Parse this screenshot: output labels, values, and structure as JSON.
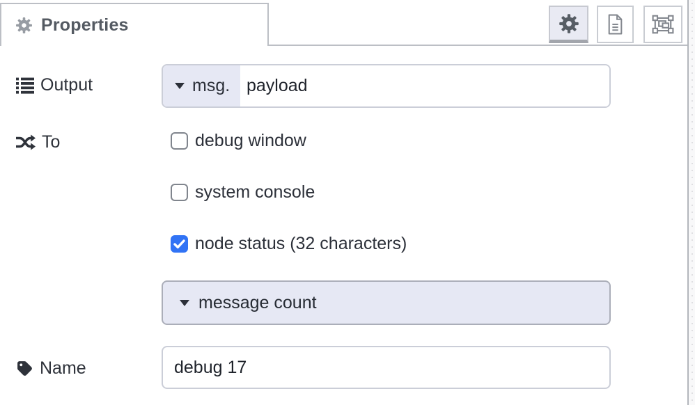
{
  "panel": {
    "tab_title": "Properties",
    "toolbar": {
      "buttons": [
        {
          "name": "properties",
          "icon": "gear-icon",
          "selected": true
        },
        {
          "name": "description",
          "icon": "file-text-icon",
          "selected": false
        },
        {
          "name": "appearance",
          "icon": "object-group-icon",
          "selected": false
        }
      ]
    }
  },
  "form": {
    "output": {
      "label": "Output",
      "icon": "list-icon",
      "prop_prefix": "msg.",
      "prop_value": "payload"
    },
    "to": {
      "label": "To",
      "icon": "shuffle-icon",
      "targets": [
        {
          "label": "debug window",
          "checked": false
        },
        {
          "label": "system console",
          "checked": false
        },
        {
          "label": "node status (32 characters)",
          "checked": true
        }
      ],
      "status_value": "message count"
    },
    "name": {
      "label": "Name",
      "icon": "tag-icon",
      "value": "debug 17"
    }
  },
  "colors": {
    "lavender_fill": "#e6e8f4",
    "checkbox_checked_blue": "#3173f5",
    "input_border": "#cbced8",
    "tab_border": "#bcbfc5",
    "selected_button_indicator": "#a2a5ac",
    "label_text": "#2e323a",
    "title_text": "#545a62"
  }
}
